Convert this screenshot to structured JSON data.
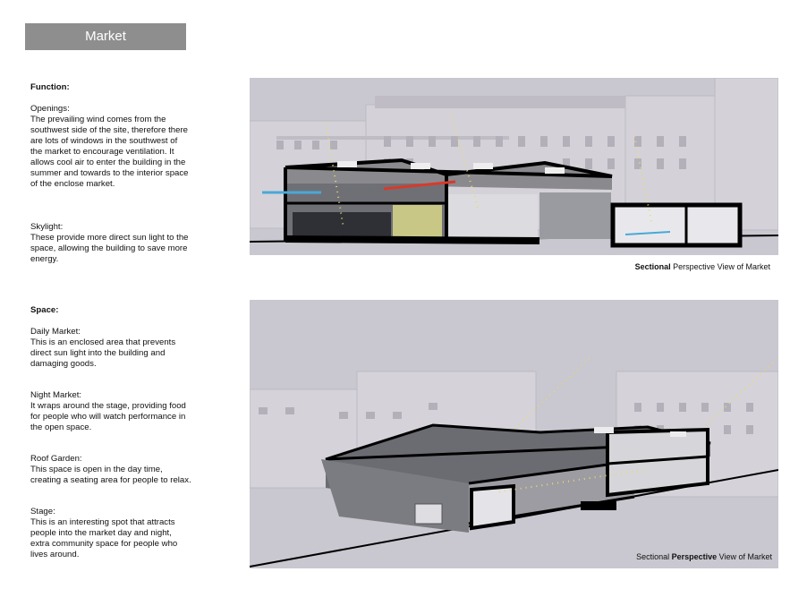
{
  "page_title": "Market",
  "sections": [
    {
      "heading": "Function:",
      "items": [
        {
          "label": "Openings:",
          "text": "The prevailing wind comes from the southwest side of the site, therefore there are lots of windows in the southwest of the market to encourage ventilation. It allows cool air to enter the building in the summer and towards to the interior space of the enclose market."
        },
        {
          "label": "Skylight:",
          "text": "These provide more direct sun light to the space, allowing the building to save more energy."
        }
      ]
    },
    {
      "heading": "Space:",
      "items": [
        {
          "label": "Daily Market:",
          "text": "This is an enclosed area that prevents direct sun light into the building and damaging goods."
        },
        {
          "label": "Night Market:",
          "text": "It wraps around the stage, providing food for people who will watch performance in the open space."
        },
        {
          "label": "Roof Garden:",
          "text": "This space is open in the day time, creating a seating area for people to relax."
        },
        {
          "label": "Stage:",
          "text": "This is an interesting spot that attracts people into the market day and night, extra community space for people who lives around."
        }
      ]
    }
  ],
  "figures": [
    {
      "caption_bold": "Sectional",
      "caption_rest": " Perspective View of Market"
    },
    {
      "caption_pre": "Sectional ",
      "caption_bold": "Perspective",
      "caption_rest": " View of Market"
    }
  ],
  "colors": {
    "title_bar": "#8e8e8e",
    "background_haze": "#c9c7cf",
    "section_black": "#000000",
    "sun_rays": "#e8d870",
    "wind_arrow": "#4aa8d8",
    "warm_arrow": "#d83a2a"
  }
}
